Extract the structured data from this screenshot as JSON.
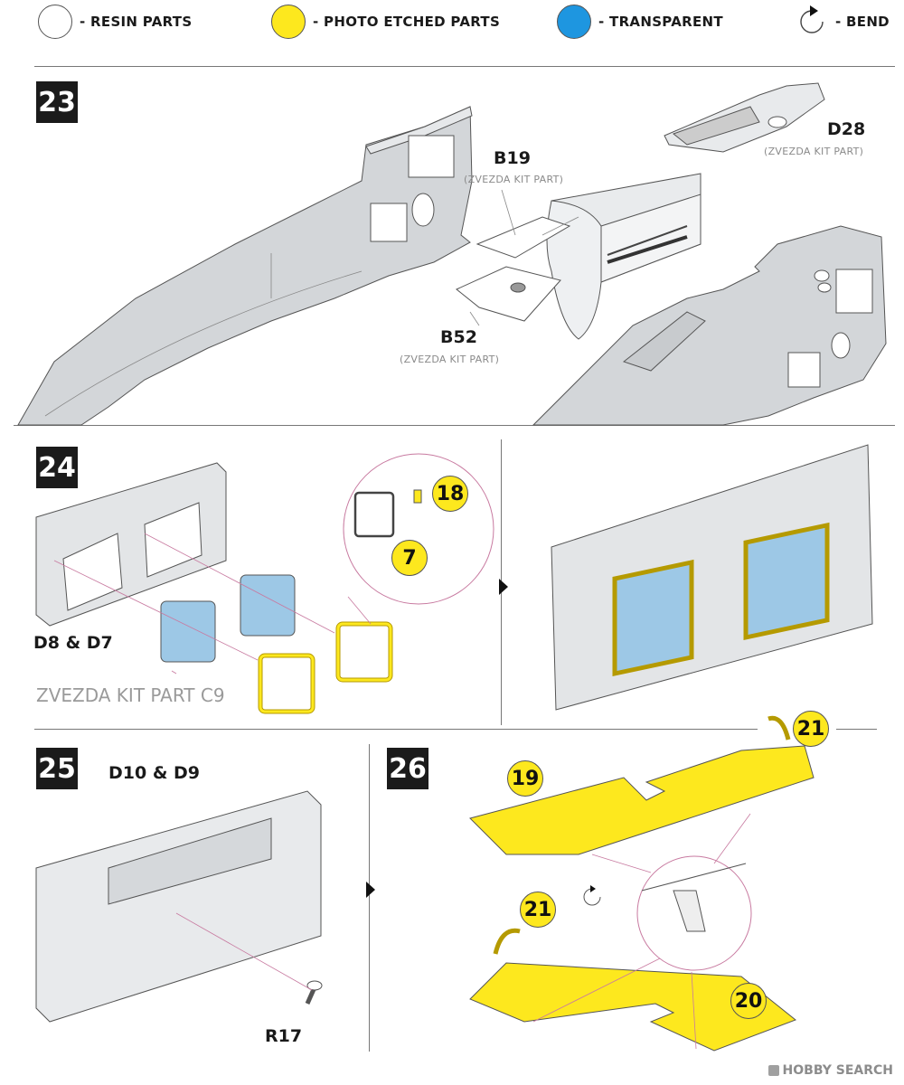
{
  "legend": {
    "resin": "- RESIN PARTS",
    "photo_etched": "- PHOTO ETCHED PARTS",
    "transparent": "- TRANSPARENT",
    "bend": "- BEND"
  },
  "colors": {
    "resin": "#ffffff",
    "photo_etched": "#fde81e",
    "transparent": "#1e96e0",
    "grey_part": "#d3d6d9",
    "glass": "#9dc8e6"
  },
  "step23": {
    "number": "23",
    "parts": {
      "b19": "B19",
      "b19_sub": "(ZVEZDA KIT PART)",
      "b52": "B52",
      "b52_sub": "(ZVEZDA KIT PART)",
      "d28": "D28",
      "d28_sub": "(ZVEZDA KIT PART)"
    }
  },
  "step24": {
    "number": "24",
    "part_label": "D8 & D7",
    "kit_part": "ZVEZDA KIT PART C9",
    "pe_parts": [
      "18",
      "7"
    ]
  },
  "step25": {
    "number": "25",
    "part_label": "D10 & D9",
    "resin_part": "R17"
  },
  "step26": {
    "number": "26",
    "pe_parts": [
      "21",
      "19",
      "21",
      "20"
    ]
  },
  "watermark": "HOBBY SEARCH"
}
